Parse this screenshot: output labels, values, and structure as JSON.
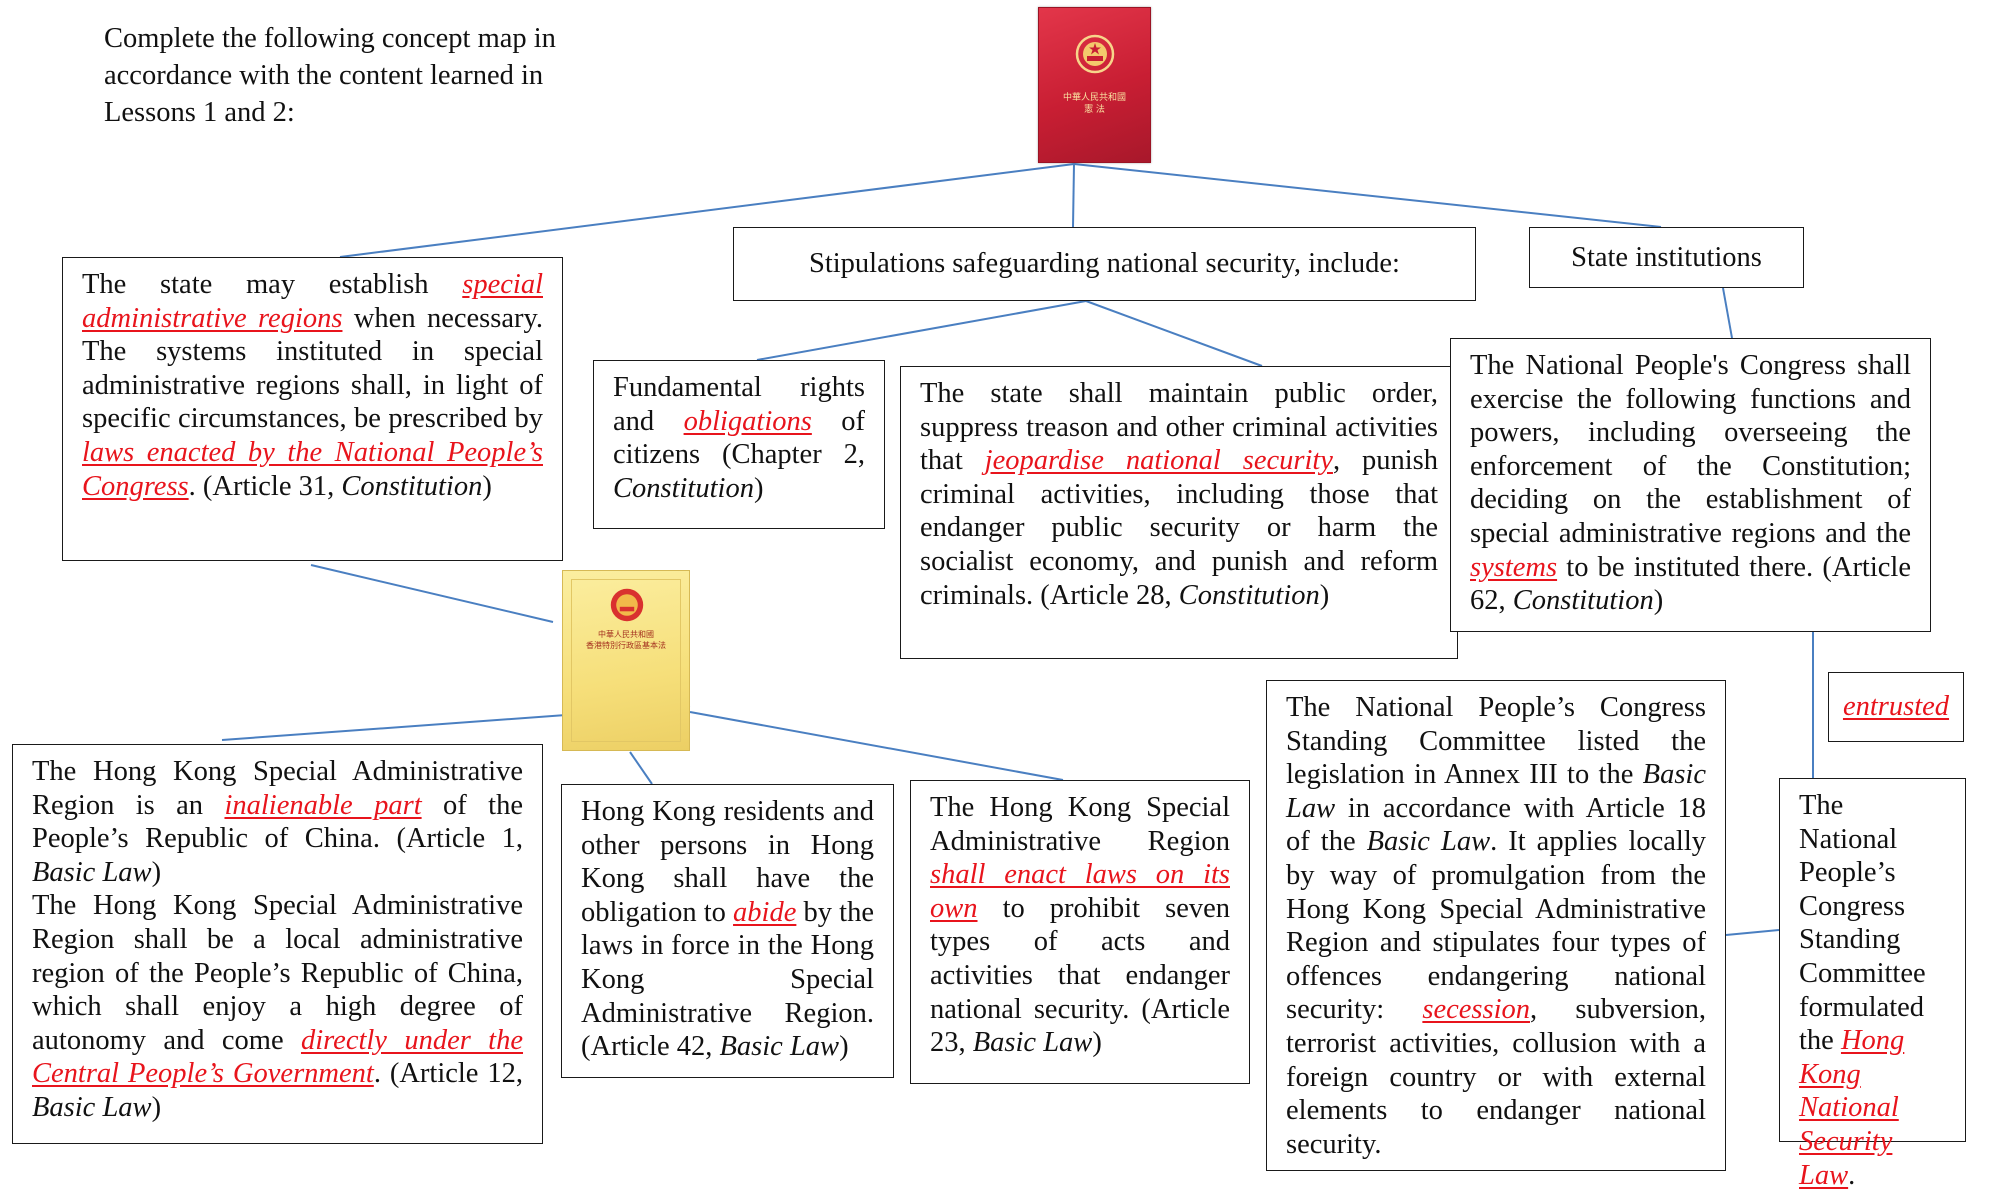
{
  "instruction": [
    "Complete the following concept map in",
    "accordance with the content learned in",
    "Lessons 1 and 2:"
  ],
  "images": {
    "constitution_book": {
      "title_lines": [
        "中華人民共和國",
        "憲 法"
      ]
    },
    "basic_law_book": {
      "title_lines": [
        "中華人民共和國",
        "香港特別行政區基本法"
      ]
    }
  },
  "nodes": {
    "sar_establish": {
      "t1": "The state may establish ",
      "a1": "special administrative regions",
      "t2": " when necessary. The systems instituted in special administrative regions shall, in light of specific circumstances, be prescribed by ",
      "a2": "laws enacted by the National People’s Congress",
      "t3": ". (Article 31, ",
      "i1": "Constitution",
      "t4": ")"
    },
    "security_header": {
      "text": "Stipulations safeguarding national security, include:"
    },
    "state_institutions": {
      "text": "State institutions"
    },
    "fundamental_rights": {
      "t1": "Fundamental rights and ",
      "a1": "obligations",
      "t2": " of citizens (Chapter 2, ",
      "i1": "Constitution",
      "t3": ")"
    },
    "public_order": {
      "t1": "The state shall maintain public order, suppress treason and other criminal activities that ",
      "a1": "jeopardise national security",
      "t2": ", punish criminal activities, including those that endanger public security or harm the socialist economy, and punish and reform criminals. (Article 28, ",
      "i1": "Constitution",
      "t3": ")"
    },
    "npc_functions": {
      "t1": "The National People's Congress shall exercise the following functions and powers, including overseeing the enforcement of the Constitution; deciding on the establishment of special administrative regions and the ",
      "a1": "systems",
      "t2": " to be instituted there. (Article 62, ",
      "i1": "Constitution",
      "t3": ")"
    },
    "entrusted": {
      "a1": "entrusted"
    },
    "npcsc_annex": {
      "t1": "The National People’s Congress Standing Committee listed the legislation in Annex III to the ",
      "i1": "Basic Law",
      "t2": " in accordance with Article 18 of the ",
      "i2": "Basic Law",
      "t3": ". It applies locally by way of promulgation from the Hong Kong Special Administrative Region and stipulates four types of offences endangering national security: ",
      "a1": "secession",
      "t4": ", subversion, terrorist activities, collusion with a foreign country or with external elements to endanger national security."
    },
    "npcsc_formulated": {
      "t1": "The National People’s Congress Standing Committee formulated the ",
      "a1": "Hong Kong National Security Law"
    },
    "hk_part": {
      "t1": "The Hong Kong Special Administrative Region is an ",
      "a1": "inalienable part",
      "t2": " of the People’s Republic of China. (Article 1, ",
      "i1": "Basic Law",
      "t3": ")",
      "t4": "The Hong Kong Special Administrative Region shall be a local administrative region of the People’s Republic of China, which shall enjoy a high degree of autonomy and come ",
      "a2": "directly under the Central People’s Government",
      "t5": ". (Article 12, ",
      "i2": "Basic Law",
      "t6": ")"
    },
    "hk_residents": {
      "t1": "Hong Kong residents and other persons in Hong Kong shall have the obligation to ",
      "a1": "abide",
      "t2": " by the laws in force in the Hong Kong Special Administrative Region. (Article 42, ",
      "i1": "Basic Law",
      "t3": ")"
    },
    "hk_enact": {
      "t1": "The Hong Kong Special Administrative Region ",
      "a1": "shall enact laws on its own",
      "t2": " to prohibit seven types of acts and activities that endanger national security. (Article 23, ",
      "i1": "Basic Law",
      "t3": ")"
    }
  },
  "colors": {
    "answer": "#e8141c",
    "connector": "#4a7fc1",
    "border": "#1a1a1a"
  }
}
